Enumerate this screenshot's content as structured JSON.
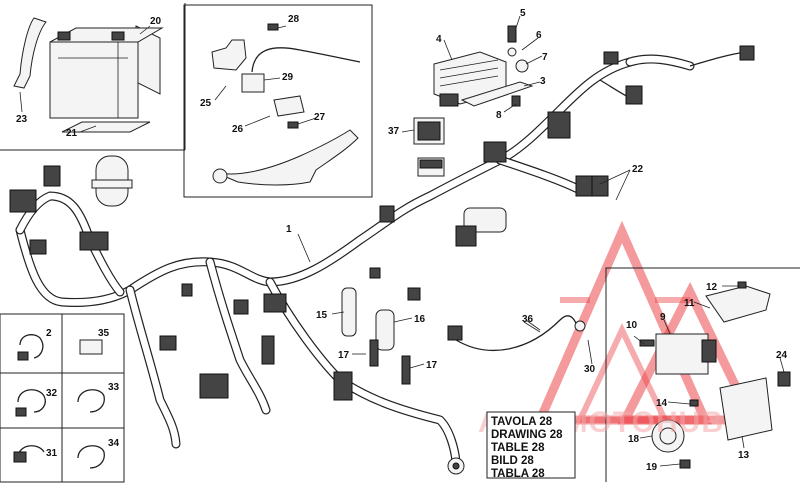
{
  "callouts": [
    "1",
    "2",
    "3",
    "4",
    "5",
    "6",
    "7",
    "8",
    "9",
    "10",
    "11",
    "12",
    "13",
    "14",
    "15",
    "16",
    "17",
    "17",
    "18",
    "19",
    "20",
    "21",
    "22",
    "23",
    "24",
    "25",
    "26",
    "27",
    "28",
    "29",
    "30",
    "31",
    "32",
    "33",
    "34",
    "35",
    "36",
    "37"
  ],
  "table_label": {
    "lines": [
      "TAVOLA 28",
      "DRAWING 28",
      "TABLE 28",
      "BILD 28",
      "TABLA 28"
    ]
  },
  "watermark": {
    "text": "AVTOMOTOHUB",
    "accent_color": "#e8262c",
    "text_color": "#f2a9ab"
  },
  "colors": {
    "line": "#222222",
    "background": "#ffffff"
  }
}
